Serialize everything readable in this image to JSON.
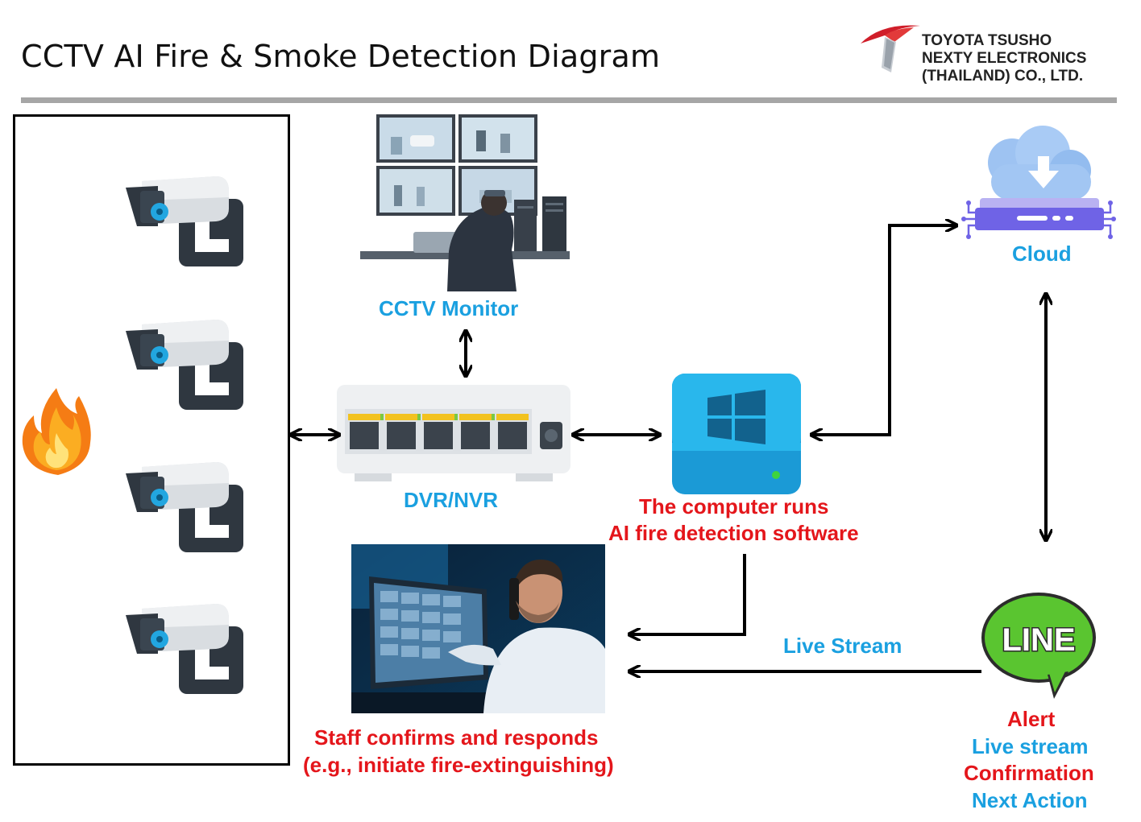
{
  "title": "CCTV AI Fire & Smoke Detection Diagram",
  "company": {
    "line1": "TOYOTA TSUSHO",
    "line2": "NEXTY ELECTRONICS",
    "line3": "(THAILAND) CO., LTD."
  },
  "labels": {
    "cctv_monitor": "CCTV Monitor",
    "dvr_nvr": "DVR/NVR",
    "computer_line1": "The computer runs",
    "computer_line2": "AI fire detection software",
    "cloud": "Cloud",
    "live_stream": "Live Stream",
    "staff_line1": "Staff confirms and responds",
    "staff_line2": "(e.g., initiate fire-extinguishing)",
    "line_app": "LINE"
  },
  "line_features": [
    {
      "text": "Alert",
      "color": "#e4161b"
    },
    {
      "text": "Live stream",
      "color": "#1aa0e0"
    },
    {
      "text": "Confirmation",
      "color": "#e4161b"
    },
    {
      "text": "Next Action",
      "color": "#1aa0e0"
    }
  ],
  "colors": {
    "accent_blue": "#1aa0e0",
    "alert_red": "#e4161b",
    "line_green": "#5ac530",
    "rule_gray": "#a6a6a6"
  },
  "icons": [
    "cctv-camera-icon",
    "fire-icon",
    "monitor-station-icon",
    "network-switch-icon",
    "windows-computer-icon",
    "cloud-server-icon",
    "line-app-icon",
    "staff-photo-icon",
    "company-logo-icon"
  ]
}
